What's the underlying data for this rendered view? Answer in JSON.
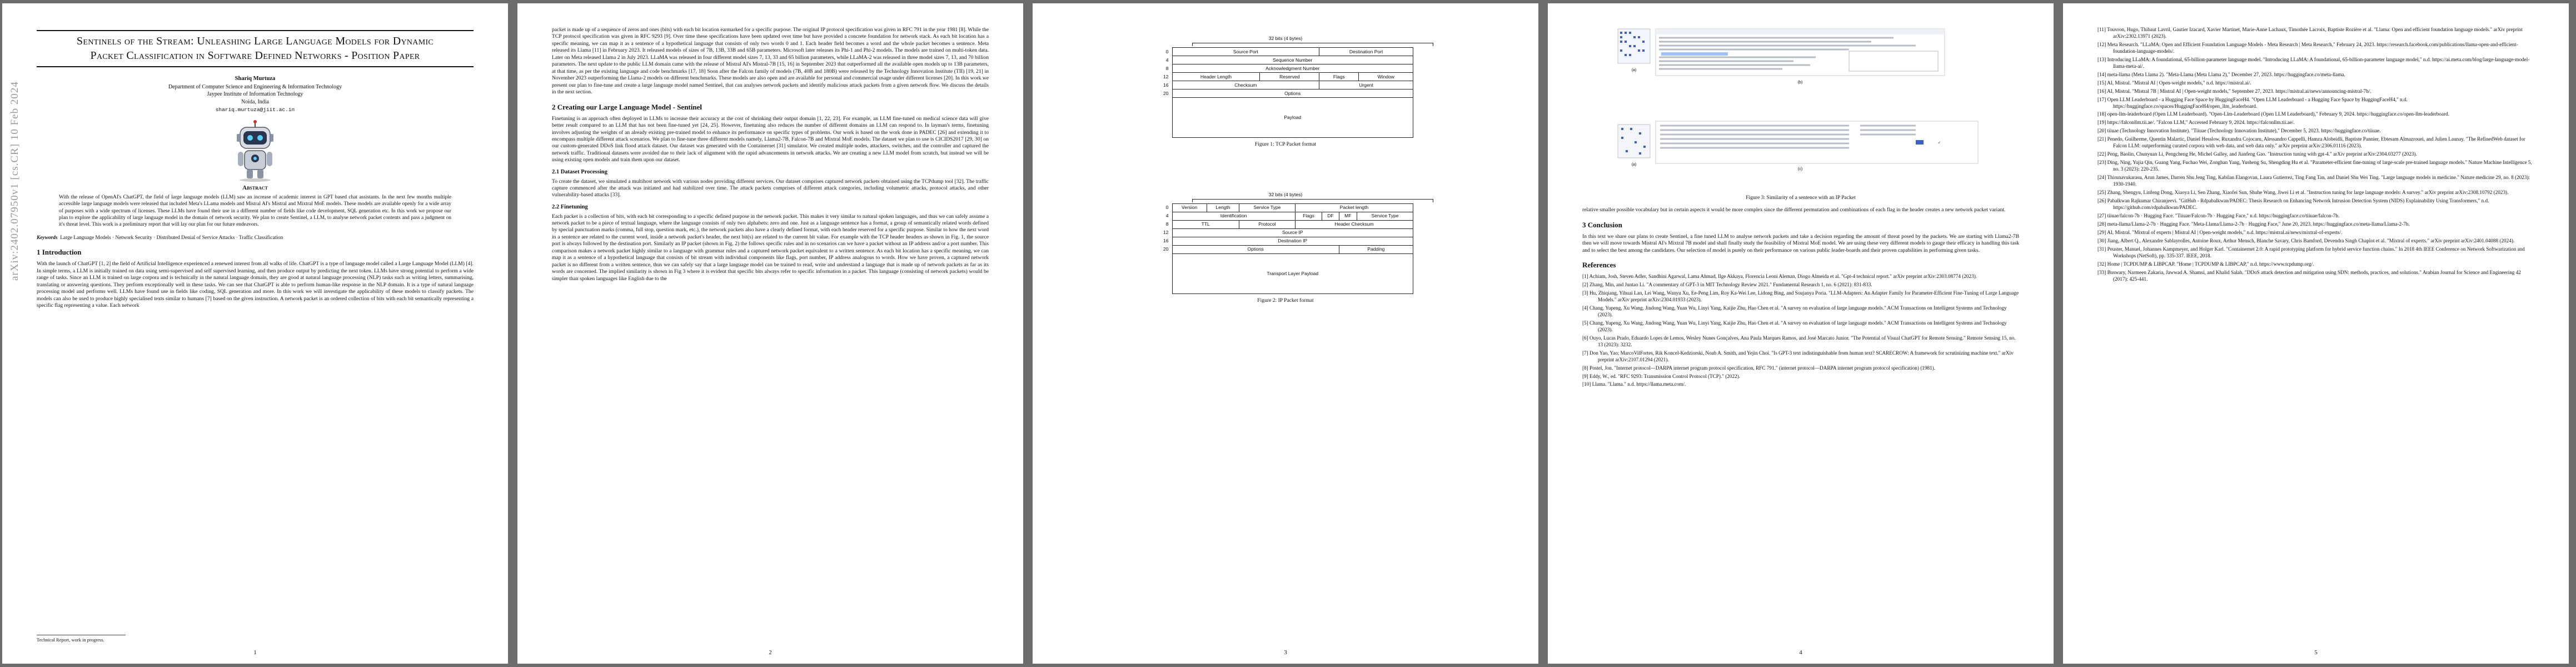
{
  "arxiv_stamp": "arXiv:2402.07950v1 [cs.CR] 10 Feb 2024",
  "page1": {
    "title": "Sentinels of the Stream: Unleashing Large Language Models for Dynamic Packet Classification in Software Defined Networks - Position Paper",
    "author_name": "Shariq Murtuza",
    "affiliation_1": "Department of Computer Science and Engineering & Information Technology",
    "affiliation_2": "Jaypee Institute of Information Technology",
    "affiliation_3": "Noida, India",
    "email": "shariq.murtuza@jiit.ac.in",
    "abstract_heading": "Abstract",
    "abstract": "With the release of OpenAI's ChatGPT, the field of large language models (LLM) saw an increase of academic interest in GPT based chat assistants. In the next few months multiple accessible large language models were released that included Meta's LLama models and Mistral AI's Mistral and Mixtral MoE models. These models are available openly for a wide array of purposes with a wide spectrum of licenses. These LLMs have found their use in a different number of fields like code development, SQL generation etc. In this work we propose our plan to explore the applicability of large language model in the domain of network security. We plan to create Sentinel, a LLM, to analyse network packet contents and pass a judgment on it's threat level. This work is a preliminary report that will lay our plan for our future endeavors.",
    "keywords_label": "Keywords",
    "keywords": "Large Language Models · Network Security · Distributed Denial of Service Attacks · Traffic Classification",
    "section1": "1   Introduction",
    "intro_para": "With the launch of ChatGPT [1, 2] the field of Artificial Intelligence experienced a renewed interest from all walks of life. ChatGPT is a type of language model called a Large Language Model (LLM) [4]. In simple terms, a LLM is initially trained on data using semi-supervised and self supervised learning, and then produce output by predicting the next token. LLMs have strong potential to perform a wide range of tasks. Since an LLM is trained on large corpora and is technically in the natural language domain, they are good at natural language processing (NLP) tasks such as writing letters, summarising, translating or answering questions. They perform exceptionally well in these tasks. We can see that ChatGPT is able to perform human-like response in the NLP domain. It is a type of natural language processing model and performs well. LLMs have found use in fields like coding, SQL generation and more. In this work we will investigate the applicability of these models to classify packets. The models can also be used to produce highly specialised texts similar to humans [7] based on the given instruction. A network packet is an ordered collection of bits with each bit semantically representing a specific flag representing a value. Each network",
    "footnote": "Technical Report, work in progress.",
    "page_number": "1"
  },
  "page2": {
    "para_top": "packet is made up of a sequence of zeros and ones (bits) with each bit location earmarked for a specific purpose. The original IP protocol specification was given in RFC 791 in the year 1981 [8]. While the TCP protocol specification was given in RFC 9293 [9]. Over time these specifications have been updated over time but have provided a concrete foundation for network stack. As each bit location has a specific meaning, we can map it as a sentence of a hypothetical language that consists of only two words 0 and 1. Each header field becomes a word and the whole packet becomes a sentence. Meta released its Llama [11] in February 2023. It released models of sizes of 7B, 13B, 33B and 65B parameters. Microsoft later releases its Phi-1 and Phi-2 models. The models are trained on multi-token data. Later on Meta released Llama 2 in July 2023. LLaMA was released in four different model sizes 7, 13, 33 and 65 billion parameters, while LLaMA-2 was released in three model sizes 7, 13, and 70 billion parameters. The next update to the public LLM domain came with the release of Mistral AI's Mistral-7B [15, 16] in September 2023 that outperformed all the available open models up to 13B parameters, at that time, as per the existing language and code benchmarks [17, 18] Soon after the Falcon family of models (7B, 40B and 180B) were released by the Technology Innovation Institute (TII) [19, 21] in November 2023 outperforming the Llama-2 models on different benchmarks. These models are also open and are available for personal and commercial usage under different licenses [20]. In this work we present our plan to fine-tune and create a large language model named Sentinel, that can analyses network packets and identify malicious attack packets from a given network flow. We discuss the details in the next section.",
    "section2": "2   Creating our Large Language Model - Sentinel",
    "sec2_para": "Finetuning is an approach often deployed in LLMs to increase their accuracy at the cost of shrinking their output domain [1, 22, 23]. For example, an LLM fine-tuned on medical science data will give better result compared to an LLM that has not been fine-tuned yet [24, 25]. However, finetuning also reduces the number of different domains an LLM can respond to. In layman's terms, finetuning involves adjusting the weights of an already existing pre-trained model to enhance its performance on specific types of problems. Our work is based on the work done in PADEC [26] and extending it to encompass multiple different attack scenarios. We plan to fine-tune three different models namely, Llama2-7B, Falcon-7B and Mixtral MoE models. The dataset we plan to use is CICIDS2017 [29, 30] on our custom-generated DDoS link flood attack dataset. Our dataset was generated with the Containernet [31] simulator. We created multiple nodes, attackers, switches, and the controller and captured the network traffic. Traditional datasets were avoided due to their lack of alignment with the rapid advancements in network attacks. We are creating a new LLM model from scratch, but instead we will be using existing open models and train them upon our dataset.",
    "sub21": "2.1   Dataset Processing",
    "sub21_para": "To create the dataset, we simulated a multihost network with various nodes providing different services. Our dataset comprises captured network packets obtained using the TCPdump tool [32]. The traffic capture commenced after the attack was initiated and had stabilized over time. The attack packets comprises of different attack categories, including volumetric attacks, protocol attacks, and other vulnerability-based attacks [33].",
    "sub22": "2.2   Finetuning",
    "sub22_para": "Each packet is a collection of bits, with each bit corresponding to a specific defined purpose in the network packet. This makes it very similar to natural spoken languages, and thus we can safely assume a network packet to be a piece of textual language, where the language consists of only two alphabets: zero and one. Just as a language sentence has a format, a group of semantically related words defined by special punctuation marks (comma, full stop, question mark, etc.), the network packets also have a clearly defined format, with each header reserved for a specific purpose. Similar to how the next word in a sentence are related to the current word, inside a network packet's header, the next bit(s) are related to the current bit value. For example with the TCP header headers as shown in Fig. 1, the source port is always followed by the destination port. Similarly an IP packet (shown in Fig. 2) the follows specific rules and in no scenarios can we have a packet without an IP address and/or a port number. This comparison makes a network packet highly similar to a language with grammar rules and a captured network packet equivalent to a written sentence. As each bit location has a specific meaning, we can map it as a sentence of a hypothetical language that consists of bit stream with individual components like flags, port number, IP address analogous to words. How we have proven, a captured network packet is no different from a written sentence, thus we can safely say that a large language model can be trained to read, write and understand a language that is made up of network packets as far as its words are concerned. The implied similarity is shown in Fig 3 where it is evident that specific bits always refer to specific information in a packet. This language (consisting of network packets) would be simpler than spoken languages like English due to the",
    "page_number": "2"
  },
  "page3": {
    "fig1_scale": "32 bits (4 bytes)",
    "fig1_rows": [
      "0",
      "4",
      "8",
      "12",
      "16",
      "20"
    ],
    "fig1_fields": {
      "src_port": "Source Port",
      "dst_port": "Destination Port",
      "seq": "Sequence Number",
      "ack": "Acknowledgment Number",
      "hlen": "Header Length",
      "reserved": "Reserved",
      "flags": "Flags",
      "window": "Window",
      "checksum": "Checksum",
      "urgent": "Urgent",
      "options": "Options",
      "payload": "Payload"
    },
    "fig1_caption": "Figure 1: TCP Packet format",
    "fig2_scale": "32 bits (4 bytes)",
    "fig2_rows": [
      "0",
      "4",
      "8",
      "12",
      "16",
      "20"
    ],
    "fig2_fields": {
      "version": "Version",
      "length": "Length",
      "service": "Service Type",
      "pkt_len": "Packet length",
      "ident": "Identification",
      "flags": "Flags",
      "df": "DF",
      "mf": "MF",
      "frag": "Service Type",
      "ttl": "TTL",
      "protocol": "Protocol",
      "hchk": "Header Checksum",
      "src_ip": "Source IP",
      "dst_ip": "Destination IP",
      "options": "Options",
      "padding": "Padding",
      "tpayload": "Transport Layer Payload"
    },
    "fig2_caption": "Figure 2: IP Packet format",
    "page_number": "3"
  },
  "page4": {
    "fig3_label_a": "(a)",
    "fig3_label_b": "(b)",
    "fig3_label_c": "(c)",
    "fig3_caption": "Figure 3: Similarity of a sentence with an IP Packet",
    "para_top": "relative smaller possible vocabulary but in certain aspects it would be more complex since the different permutation and combinations of each flag in the header creates a new network packet variant.",
    "section3": "3   Conclusion",
    "concl_para": "In this text we share our plans to create Sentinel, a fine tuned LLM to analyse network packets and take a decision regarding the amount of threat posed by the packets. We are starting with Llama2-7B then we will move towards Mistral AI's Mixtral 7B model and shall finally study the feasibility of Mixtral MoE model. We are using these very different models to gauge their efficacy in handling this task and to select the best among the candidates. Our selection of model is purely on their performance on various public leader-boards and their proven capabilities in performing given tasks.",
    "refs_heading": "References",
    "references": [
      "[1]  Achiam, Josh, Steven Adler, Sandhini Agarwal, Lama Ahmad, Ilge Akkaya, Florencia Leoni Aleman, Diogo Almeida et al. \"Gpt-4 technical report.\" arXiv preprint arXiv:2303.08774 (2023).",
      "[2]  Zhang, Min, and Juntao Li. \"A commentary of GPT-3 in MIT Technology Review 2021.\" Fundamental Research 1, no. 6 (2021): 831-833.",
      "[3]  Hu, Zhiqiang, Yihuai Lan, Lei Wang, Wanyu Xu, Ee-Peng Lim, Roy Ka-Wei Lee, Lidong Bing, and Soujanya Poria. \"LLM-Adapters: An Adapter Family for Parameter-Efficient Fine-Tuning of Large Language Models.\" arXiv preprint arXiv:2304.01933 (2023).",
      "[4]  Chang, Yupeng, Xu Wang, Jindong Wang, Yuan Wu, Linyi Yang, Kaijie Zhu, Hao Chen et al. \"A survey on evaluation of large language models.\" ACM Transactions on Intelligent Systems and Technology (2023).",
      "[5]  Chang, Yupeng, Xu Wang, Jindong Wang, Yuan Wu, Linyi Yang, Kaijie Zhu, Hao Chen et al. \"A survey on evaluation of large language models.\" ACM Transactions on Intelligent Systems and Technology (2023).",
      "[6]  Ouyo, Lucas Prado, Eduardo Lopes de Lemos, Wesley Nunes Gonçalves, Ana Paula Marques Ramos, and José Marcato Junior. \"The Potential of Visual ChatGPT for Remote Sensing.\" Remote Sensing 15, no. 13 (2023): 3232.",
      "[7]  Don Yao, Yao; MarcoVilFortes, Rik Koncel-Kedziorski, Noah A. Smith, and Yejin Choi. \"Is GPT-3 text indistinguishable from human text? SCARECROW: A framework for scrutinizing machine text.\" arXiv preprint arXiv:2107.01294 (2021).",
      "[8]  Postel, Jon. \"Internet protocol—DARPA internet program protocol specification, RFC 791.\" (internet protocol—DARPA internet program protocol specification) (1981).",
      "[9]  Eddy, W., ed. \"RFC 9293: Transmission Control Protocol (TCP).\" (2022).",
      "[10]  Llama. \"Llama.\" n.d. https://llama.meta.com/."
    ],
    "page_number": "4"
  },
  "page5": {
    "references": [
      "[11]  Touvron, Hugo, Thibaut Lavril, Gautier Izacard, Xavier Martinet, Marie-Anne Lachaux, Timothée Lacroix, Baptiste Rozière et al. \"Llama: Open and efficient foundation language models.\" arXiv preprint arXiv:2302.13971 (2023).",
      "[12]  Meta Research. \"LLaMA: Open and Efficient Foundation Language Models - Meta Research | Meta Research,\" February 24, 2023. https://research.facebook.com/publications/llama-open-and-efficient-foundation-language-models/.",
      "[13]  Introducing LLaMA: A foundational, 65-billion-parameter language model. \"Introducing LLaMA: A foundational, 65-billion-parameter language model,\" n.d. https://ai.meta.com/blog/large-language-model-llama-meta-ai/.",
      "[14]  meta-llama (Meta Llama 2). \"Meta-Llama (Meta Llama 2),\" December 27, 2023. https://huggingface.co/meta-llama.",
      "[15]  AI, Mistral. \"Mistral AI | Open-weight models,\" n.d. https://mistral.ai/.",
      "[16]  AI, Mistral. \"Mistral 7B | Mistral AI | Open-weight models,\" September 27, 2023. https://mistral.ai/news/announcing-mistral-7b/.",
      "[17]  Open LLM Leaderboard - a Hugging Face Space by HuggingFaceH4. \"Open LLM Leaderboard - a Hugging Face Space by HuggingFaceH4,\" n.d. https://huggingface.co/spaces/HuggingFaceH4/open_llm_leaderboard.",
      "[18]  open-llm-leaderboard (Open LLM Leaderboard). \"Open-Llm-Leaderboard (Open LLM Leaderboard),\" February 9, 2024. https://huggingface.co/open-llm-leaderboard.",
      "[19]  https://falconllm.tii.ae/. \"Falcon LLM,\" Accessed February 9, 2024. https://falconllm.tii.ae/.",
      "[20]  tiiuae (Technology Innovation Institute). \"Tiiuae (Technology Innovation Institute),\" December 5, 2023. https://huggingface.co/tiiuae.",
      "[21]  Penedo, Guilherme, Quentin Malartic, Daniel Hesslow, Ruxandra Cojocaru, Alessandro Cappelli, Hamza Alobeidli, Baptiste Pannier, Ebtesam Almazrouei, and Julien Launay. \"The RefinedWeb dataset for Falcon LLM: outperforming curated corpora with web data, and web data only.\" arXiv preprint arXiv:2306.01116 (2023).",
      "[22]  Peng, Baolin, Chunyuan Li, Pengcheng He, Michel Galley, and Jianfeng Gao. \"Instruction tuning with gpt-4.\" arXiv preprint arXiv:2304.03277 (2023).",
      "[23]  Ding, Ning, Yujia Qin, Guang Yang, Fuchao Wei, Zonghan Yang, Yusheng Su, Shengding Hu et al. \"Parameter-efficient fine-tuning of large-scale pre-trained language models.\" Nature Machine Intelligence 5, no. 3 (2023): 220-235.",
      "[24]  Thirunavukarasu, Arun James, Darren Shu Jeng Ting, Kabilan Elangovan, Laura Gutierrez, Ting Fang Tan, and Daniel Shu Wei Ting. \"Large language models in medicine.\" Nature medicine 29, no. 8 (2023): 1930-1940.",
      "[25]  Zhang, Shengyu, Linfeng Dong, Xiaoya Li, Sen Zhang, Xiaofei Sun, Shuhe Wang, Jiwei Li et al. \"Instruction tuning for large language models: A survey.\" arXiv preprint arXiv:2308.10792 (2023).",
      "[26]  Pabalkwan Rajkumar Chiranjeevi. \"GitHub - Rdpabalkwan/PADEC: Thesis Research on Enhancing Network Intrusion Detection System (NIDS) Explainability Using Transformers,\" n.d. https://github.com/rdpabalkwan/PADEC.",
      "[27]  tiiuae/falcon-7b · Hugging Face. \"Tiiuae/Falcon-7b · Hugging Face,\" n.d. https://huggingface.co/tiiuae/falcon-7b.",
      "[28]  meta-llama/Llama-2-7b · Hugging Face. \"Meta-Llama/Llama-2-7b · Hugging Face,\" June 20, 2023. https://huggingface.co/meta-llama/Llama-2-7b.",
      "[29]  AI, Mistral. \"Mixtral of experts | Mistral AI | Open-weight models,\" n.d. https://mistral.ai/news/mixtral-of-experts/.",
      "[30]  Jiang, Albert Q., Alexandre Sablayrolles, Antoine Roux, Arthur Mensch, Blanche Savary, Chris Bamford, Devendra Singh Chaplot et al. \"Mixtral of experts.\" arXiv preprint arXiv:2401.04088 (2024).",
      "[31]  Peuster, Manuel, Johannes Kampmeyer, and Holger Karl. \"Containernet 2.0: A rapid prototyping platform for hybrid service function chains.\" In 2018 4th IEEE Conference on Network Softwarization and Workshops (NetSoft), pp. 335-337. IEEE, 2018.",
      "[32]  Home | TCPDUMP & LIBPCAP. \"Home | TCPDUMP & LIBPCAP,\" n.d. https://www.tcpdump.org/.",
      "[33]  Buswary, Narmeen Zakaria, Jawwad A. Shamsi, and Khalid Salah. \"DDoS attack detection and mitigation using SDN: methods, practices, and solutions.\" Arabian Journal for Science and Engineering 42 (2017): 425-441."
    ],
    "page_number": "5"
  }
}
